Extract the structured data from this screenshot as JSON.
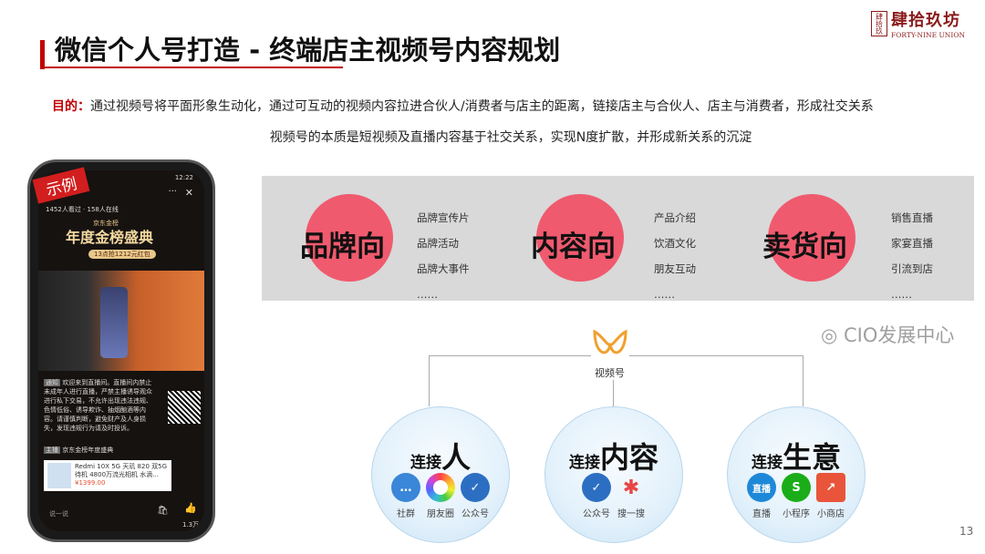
{
  "header": {
    "title": "微信个人号打造 - 终端店主视频号内容规划",
    "logo_cn": "肆拾玖坊",
    "logo_en": "FORTY-NINE UNION",
    "logo_seal": "肆拾玖"
  },
  "purpose": {
    "label": "目的：",
    "text": "通过视频号将平面形象生动化，通过可互动的视频内容拉进合伙人/消费者与店主的距离，链接店主与合伙人、店主与消费者，形成社交关系",
    "line2": "视频号的本质是短视频及直播内容基于社交关系，实现N度扩散，并形成新关系的沉淀"
  },
  "categories": [
    {
      "title": "品牌向",
      "items": [
        "品牌宣传片",
        "品牌活动",
        "品牌大事件",
        "……"
      ]
    },
    {
      "title": "内容向",
      "items": [
        "产品介绍",
        "饮酒文化",
        "朋友互动",
        "……"
      ]
    },
    {
      "title": "卖货向",
      "items": [
        "销售直播",
        "家宴直播",
        "引流到店",
        "……"
      ]
    }
  ],
  "center": {
    "label": "视频号"
  },
  "connect": [
    {
      "small": "连接",
      "big": "人",
      "icons": [
        {
          "name": "chat",
          "label": "社群",
          "color": "#3a86d8"
        },
        {
          "name": "moments",
          "label": "朋友圈",
          "color": "#f4a521"
        },
        {
          "name": "official-account",
          "label": "公众号",
          "color": "#2c6fc2"
        }
      ]
    },
    {
      "small": "连接",
      "big": "内容",
      "icons": [
        {
          "name": "official-account",
          "label": "公众号",
          "color": "#2c6fc2"
        },
        {
          "name": "search",
          "label": "搜一搜",
          "color": "#e84545"
        }
      ]
    },
    {
      "small": "连接",
      "big": "生意",
      "icons": [
        {
          "name": "live",
          "label": "直播",
          "color": "#1e88d8"
        },
        {
          "name": "mini-program",
          "label": "小程序",
          "color": "#1aad19"
        },
        {
          "name": "shop",
          "label": "小商店",
          "color": "#e8553a"
        }
      ]
    }
  ],
  "phone": {
    "badge": "示例",
    "time": "12:22",
    "viewers": "1452人看过 · 158人在线",
    "banner_top": "京东金榜",
    "banner": "年度金榜盛典",
    "banner_sub": "13点抢1212元红包",
    "notice_tag": "通知",
    "notice": "欢迎来到直播间。直播间内禁止未成年人进行直播，严禁主播诱导观众进行私下交易，不允许出现违法违规、色情低俗、诱导欺诈、抽烟酗酒等内容。请谨慎判断，避免财产及人身损失，发现违规行为请及时投诉。",
    "host_tag": "主播",
    "host": "京东金榜年度盛典",
    "product": "Redmi 10X 5G 天玑 820 双5G待机 4800万流光相机 水滴...",
    "price": "¥1399.00",
    "say": "说一说",
    "likes": "1.3万"
  },
  "watermark": "CIO发展中心",
  "page_number": "13",
  "colors": {
    "accent": "#c00000",
    "pink": "#f05a6e",
    "gray": "#d9d9d9"
  }
}
